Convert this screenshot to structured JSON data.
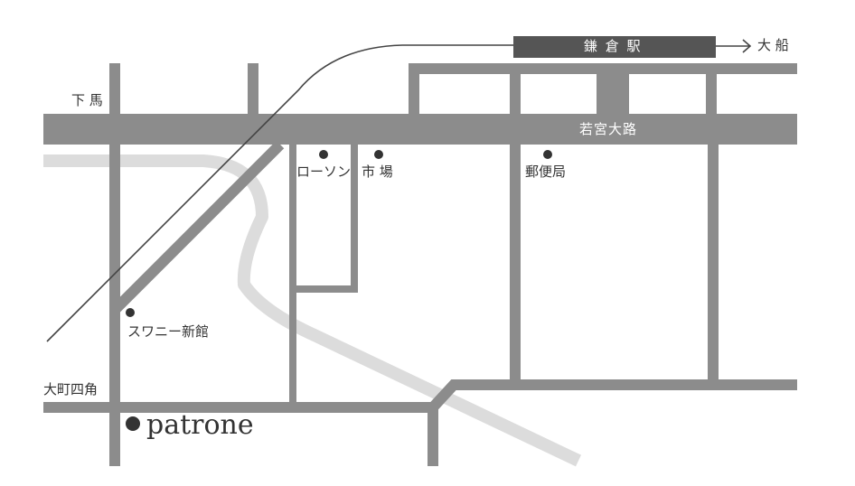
{
  "map": {
    "labels": {
      "station": "鎌 倉 駅",
      "ofuna": "大 船",
      "shimouma": "下 馬",
      "wakamiya": "若宮大路",
      "lawson": "ローソン",
      "ichiba": "市 場",
      "post": "郵便局",
      "swany": "スワニー新館",
      "omachi": "大町四角",
      "patrone": "patrone"
    },
    "colors": {
      "road": "#8c8c8c",
      "path": "#dcdcdc",
      "station_bar": "#555555",
      "rail": "#444444",
      "text": "#333333",
      "background": "#ffffff"
    },
    "icons": [
      "arrow-right-icon",
      "location-dot-icon"
    ]
  }
}
